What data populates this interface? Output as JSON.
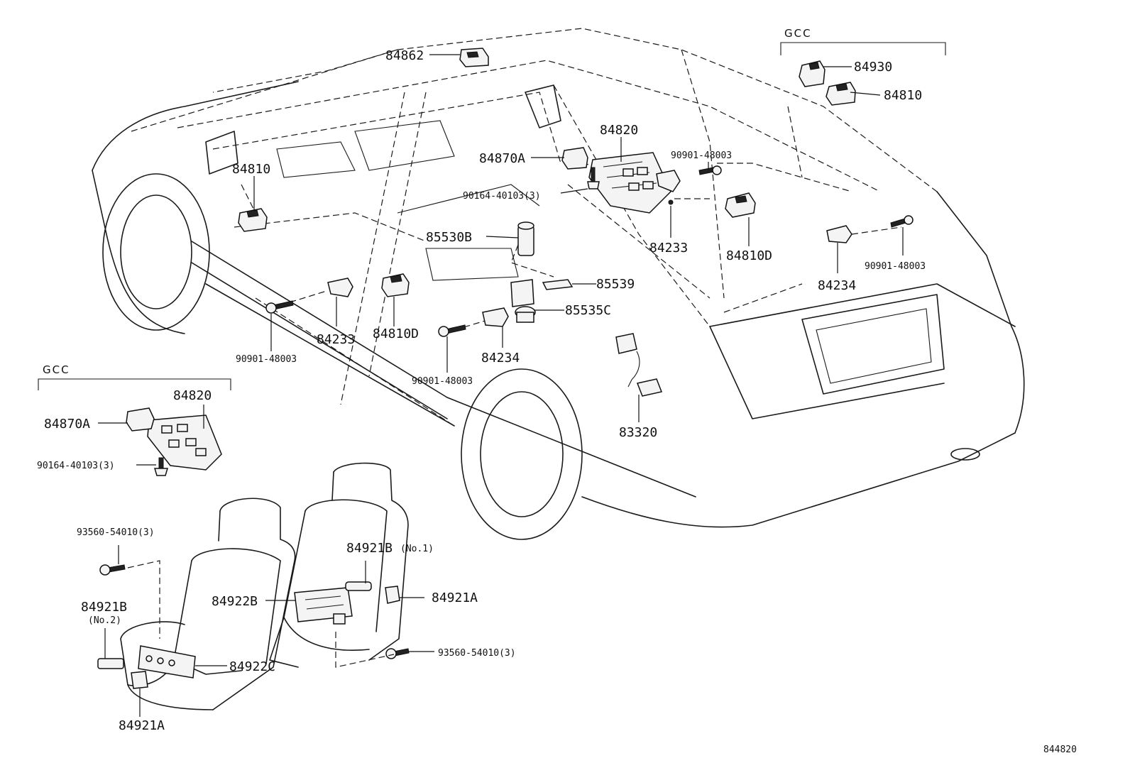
{
  "groups": {
    "top_right": "GCC",
    "left": "GCC"
  },
  "callouts": {
    "p84862": "84862",
    "p84930": "84930",
    "p84810_gcc": "84810",
    "p84820_main": "84820",
    "p84870A_main": "84870A",
    "p90901_top": "90901-48003",
    "p84810_left": "84810",
    "p90164_main": "90164-40103(3)",
    "p85530B": "85530B",
    "p84233_right": "84233",
    "p84810D_right": "84810D",
    "p90901_right": "90901-48003",
    "p84234_right": "84234",
    "p85539": "85539",
    "p85535C": "85535C",
    "p84233_left": "84233",
    "p84810D_left": "84810D",
    "p84234_left": "84234",
    "p90901_left": "90901-48003",
    "p90901_mid": "90901-48003",
    "p83320": "83320",
    "p84820_gcc": "84820",
    "p84870A_gcc": "84870A",
    "p90164_gcc": "90164-40103(3)",
    "p93560_left": "93560-54010(3)",
    "p84921B_no1": "84921B",
    "p84921B_no1_note": "(No.1)",
    "p84921A_right": "84921A",
    "p84922B": "84922B",
    "p84921B_no2": "84921B",
    "p84921B_no2_note": "(No.2)",
    "p84922C": "84922C",
    "p93560_right": "93560-54010(3)",
    "p84921A_bottom": "84921A"
  },
  "figure_id": "844820"
}
